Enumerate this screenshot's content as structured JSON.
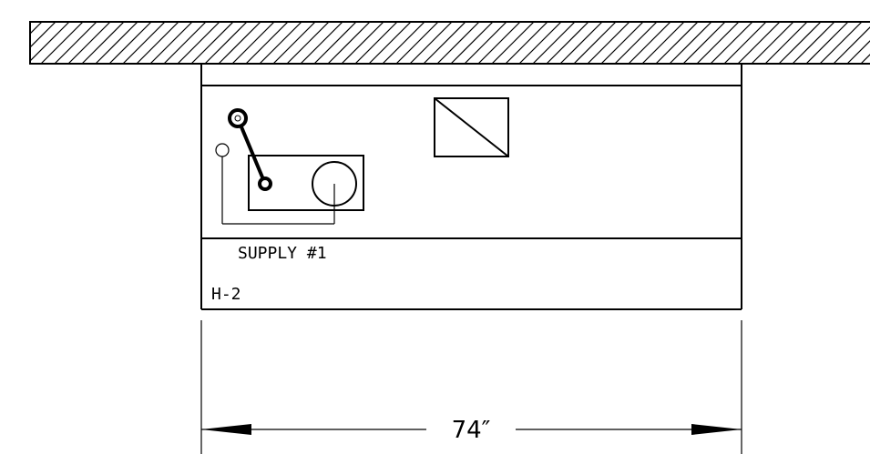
{
  "labels": {
    "supply": "SUPPLY #1",
    "unit_tag": "H-2",
    "dimension": "74″"
  },
  "colors": {
    "line": "#000000",
    "background": "#ffffff"
  }
}
